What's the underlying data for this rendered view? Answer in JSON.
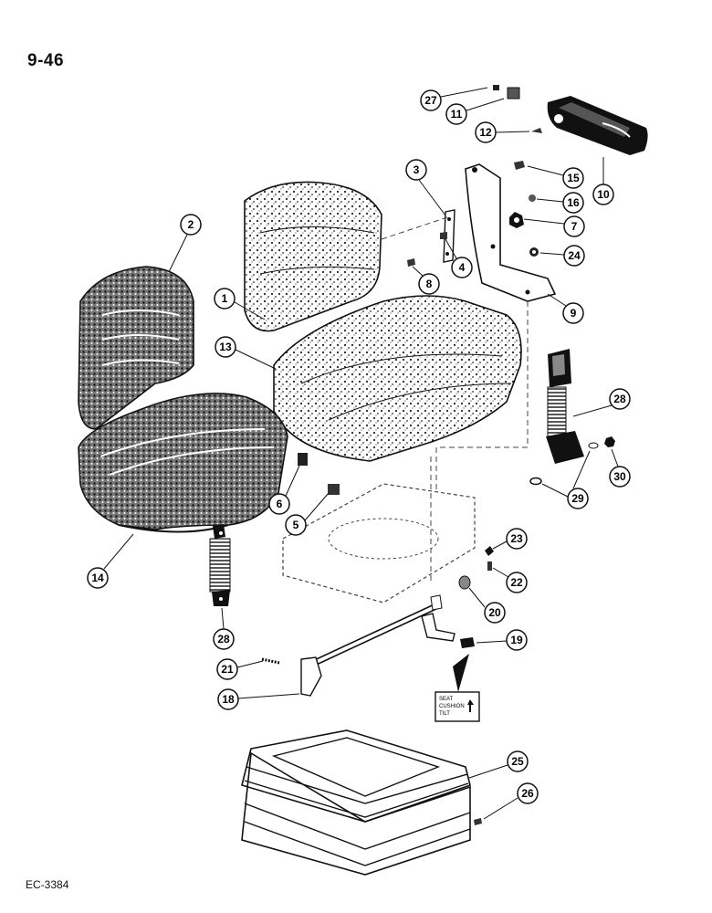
{
  "page_number": "9-46",
  "figure_code": "EC-3384",
  "decal_text": {
    "line1": "SEAT",
    "line2": "CUSHION",
    "line3": "TILT"
  },
  "callouts": {
    "c27": "27",
    "c11": "11",
    "c12": "12",
    "c10": "10",
    "c15": "15",
    "c3": "3",
    "c16": "16",
    "c7": "7",
    "c2": "2",
    "c24": "24",
    "c4": "4",
    "c8": "8",
    "c1": "1",
    "c9": "9",
    "c13": "13",
    "c28a": "28",
    "c30": "30",
    "c29": "29",
    "c6": "6",
    "c5": "5",
    "c23": "23",
    "c14": "14",
    "c22": "22",
    "c20": "20",
    "c28b": "28",
    "c19": "19",
    "c21": "21",
    "c18": "18",
    "c25": "25",
    "c26": "26"
  }
}
